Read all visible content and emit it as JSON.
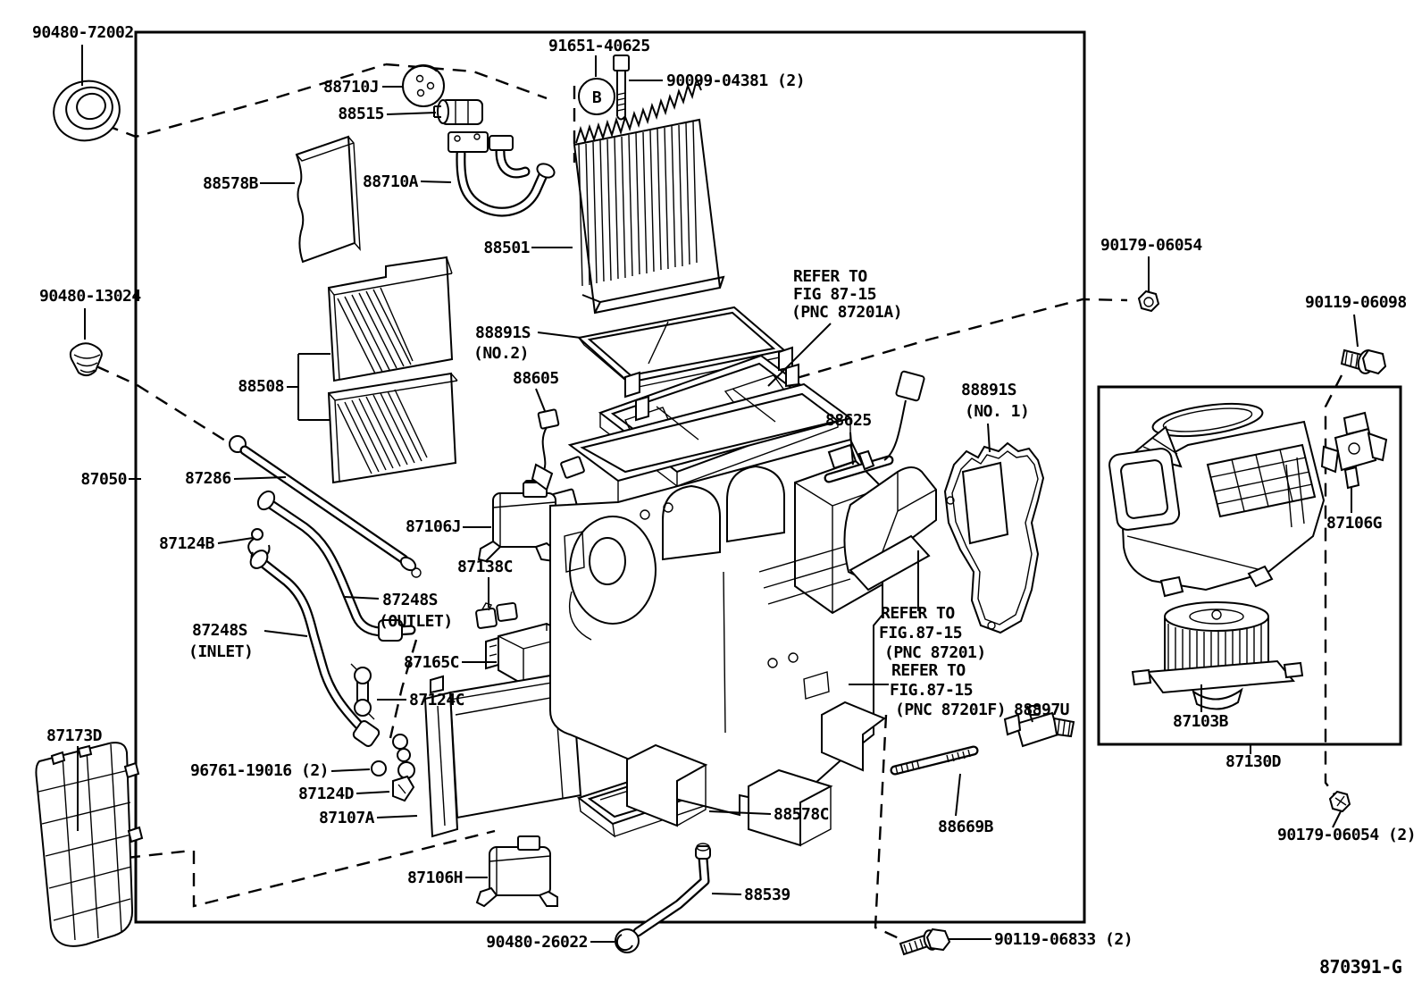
{
  "figure": {
    "code": "870391-G"
  },
  "colors": {
    "line": "#000000",
    "background": "#ffffff"
  },
  "labels": {
    "p90480_72002": "90480-72002",
    "p88710J": "88710J",
    "p88515": "88515",
    "p91651_40625": "91651-40625",
    "p90099_04381": "90099-04381 (2)",
    "p88578B": "88578B",
    "p88710A": "88710A",
    "p88501": "88501",
    "p90179_06054": "90179-06054",
    "p90119_06098": "90119-06098",
    "p90480_13024": "90480-13024",
    "p88508": "88508",
    "p88891S_no2_a": "88891S",
    "p88891S_no2_b": "(NO.2)",
    "p88605": "88605",
    "p87050": "87050",
    "p87286": "87286",
    "p87106J": "87106J",
    "p87124B": "87124B",
    "p87138C": "87138C",
    "p87248S_out_a": "87248S",
    "p87248S_out_b": "(OUTLET)",
    "p87248S_in_a": "87248S",
    "p87248S_in_b": "(INLET)",
    "p87165C": "87165C",
    "p87124C": "87124C",
    "p87173D": "87173D",
    "p96761_19016": "96761-19016 (2)",
    "p87124D": "87124D",
    "p87107A": "87107A",
    "p87106H": "87106H",
    "p88578C": "88578C",
    "p88539": "88539",
    "p90480_26022": "90480-26022",
    "p90119_06833": "90119-06833 (2)",
    "p88625": "88625",
    "p88891S_no1_a": "88891S",
    "p88891S_no1_b": "(NO. 1)",
    "p88897U": "88897U",
    "p88669B": "88669B",
    "p87103B": "87103B",
    "p87130D": "87130D",
    "p87106G": "87106G",
    "p90179_06054_2": "90179-06054 (2)",
    "p870391_G": "870391-G",
    "bolt_symbol": "B"
  },
  "refer_notes": {
    "a1": "REFER TO",
    "a2": "FIG 87-15",
    "a3": "(PNC 87201A)",
    "b1": "REFER TO",
    "b2": "FIG.87-15",
    "b3": "(PNC 87201)",
    "c1": "REFER TO",
    "c2": "FIG.87-15",
    "c3": "(PNC 87201F)"
  }
}
